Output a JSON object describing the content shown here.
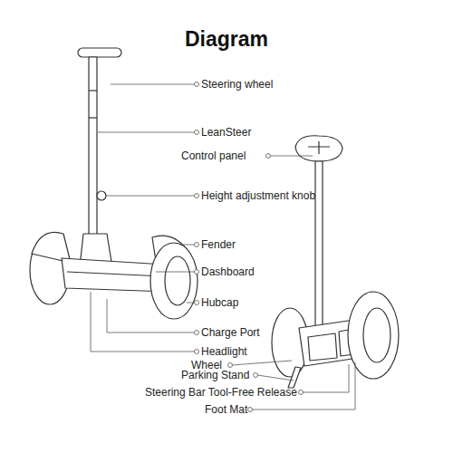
{
  "diagram": {
    "title": "Diagram",
    "labels": [
      "Steering wheel",
      "LeanSteer",
      "Control panel",
      "Height adjustment knob",
      "Fender",
      "Dashboard",
      "Hubcap",
      "Charge Port",
      "Headlight",
      "Wheel",
      "Parking Stand",
      "Steering Bar Tool-Free Release",
      "Foot Mat"
    ]
  }
}
